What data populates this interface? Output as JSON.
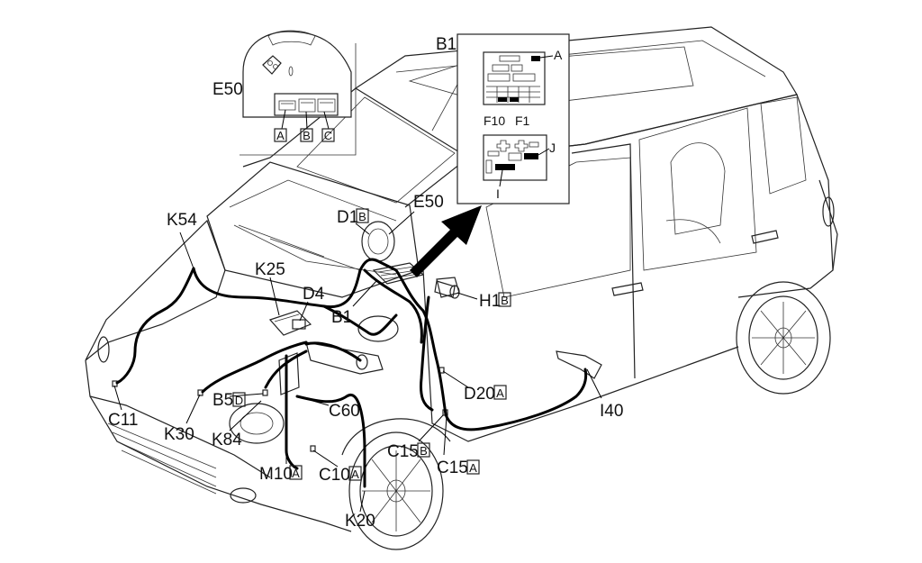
{
  "inset_top": {
    "title": "B1",
    "callout_a": "A",
    "callout_j": "J",
    "callout_i": "I",
    "fuse_f10": "F10",
    "fuse_f1": "F1"
  },
  "inset_left": {
    "title": "E50",
    "connector_a": "A",
    "connector_b": "B",
    "connector_c": "C"
  },
  "labels": {
    "k54": "K54",
    "k25": "K25",
    "d4": "D4",
    "d1": "D1",
    "d1_box": "B",
    "e50": "E50",
    "b1": "B1",
    "h1": "H1",
    "h1_box": "B",
    "c11": "C11",
    "b5": "B5",
    "b5_box": "D",
    "k30": "K30",
    "k84": "K84",
    "c60": "C60",
    "m10": "M10",
    "m10_box": "A",
    "c10": "C10",
    "c10_box": "A",
    "k20": "K20",
    "c15b": "C15",
    "c15b_box": "B",
    "c15a": "C15",
    "c15a_box": "A",
    "d20": "D20",
    "d20_box": "A",
    "i40": "I40"
  }
}
